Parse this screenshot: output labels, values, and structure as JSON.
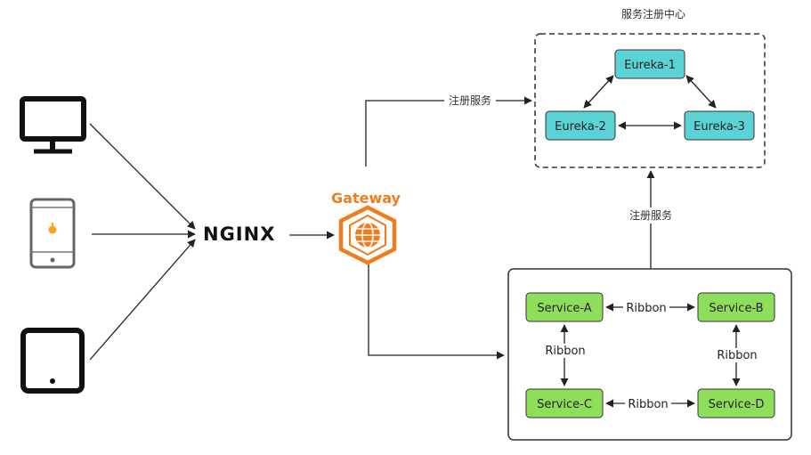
{
  "registry": {
    "title": "服务注册中心",
    "nodes": [
      "Eureka-1",
      "Eureka-2",
      "Eureka-3"
    ]
  },
  "gateway": {
    "label": "Gateway"
  },
  "nginx": {
    "label": "NGINX"
  },
  "links": {
    "register_from_gateway": "注册服务",
    "register_from_services": "注册服务"
  },
  "services": {
    "nodes": [
      "Service-A",
      "Service-B",
      "Service-C",
      "Service-D"
    ],
    "ribbon_labels": [
      "Ribbon",
      "Ribbon",
      "Ribbon",
      "Ribbon"
    ]
  },
  "clients": {
    "icons": [
      "desktop-monitor-icon",
      "smartphone-icon",
      "tablet-icon"
    ]
  },
  "colors": {
    "eureka_fill": "#5bd3d6",
    "service_fill": "#8ede5b",
    "gateway_orange": "#f07d1d"
  }
}
